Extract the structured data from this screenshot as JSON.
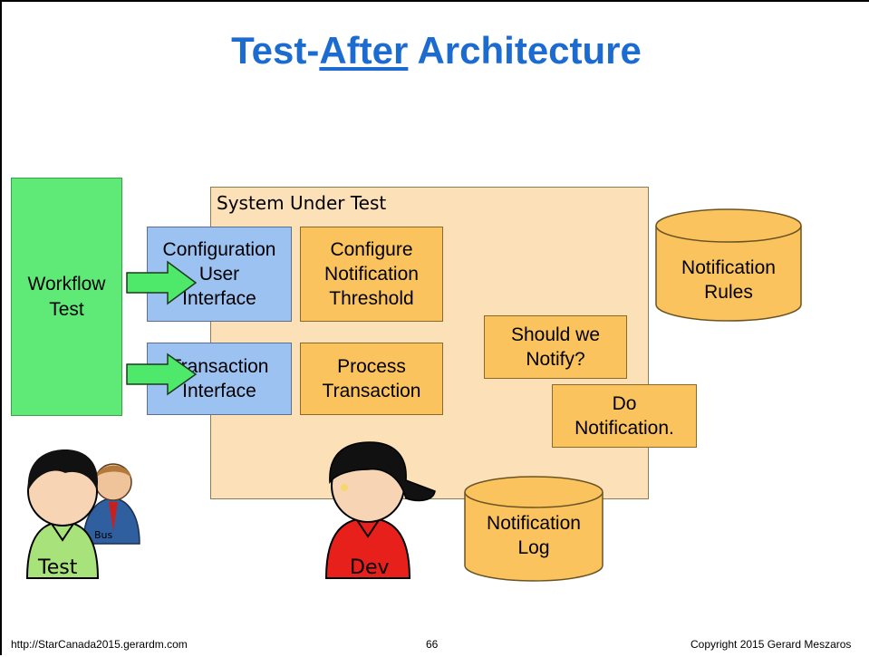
{
  "title": {
    "before": "Test-",
    "underlined": "After",
    "after": " Architecture"
  },
  "system_under_test": {
    "label": "System Under Test"
  },
  "boxes": {
    "workflow_test": "Workflow\nTest",
    "config_ui": "Configuration\nUser\nInterface",
    "configure_threshold": "Configure\nNotification\nThreshold",
    "transaction_interface": "Transaction\nInterface",
    "process_transaction": "Process\nTransaction",
    "should_notify": "Should we\nNotify?",
    "do_notification": "Do\nNotification."
  },
  "cylinders": {
    "notification_rules": "Notification\nRules",
    "notification_log": "Notification\nLog"
  },
  "figures": {
    "tester_label": "Test",
    "business_badge": "Bus",
    "developer_label": "Dev"
  },
  "footer": {
    "url": "http://StarCanada2015.gerardm.com",
    "page": "66",
    "copyright": "Copyright 2015 Gerard Meszaros"
  },
  "colors": {
    "title": "#1c6bd0",
    "sut_fill": "#fbe0b8",
    "blue_box": "#9cc2f2",
    "orange_box": "#fbc35d",
    "green_box": "#5fea78",
    "arrow": "#4ee86a",
    "developer_shirt": "#e8201c",
    "tester_shirt": "#a8e27a"
  },
  "icons": [
    "arrow-right-icon",
    "database-icon",
    "person-icon"
  ]
}
